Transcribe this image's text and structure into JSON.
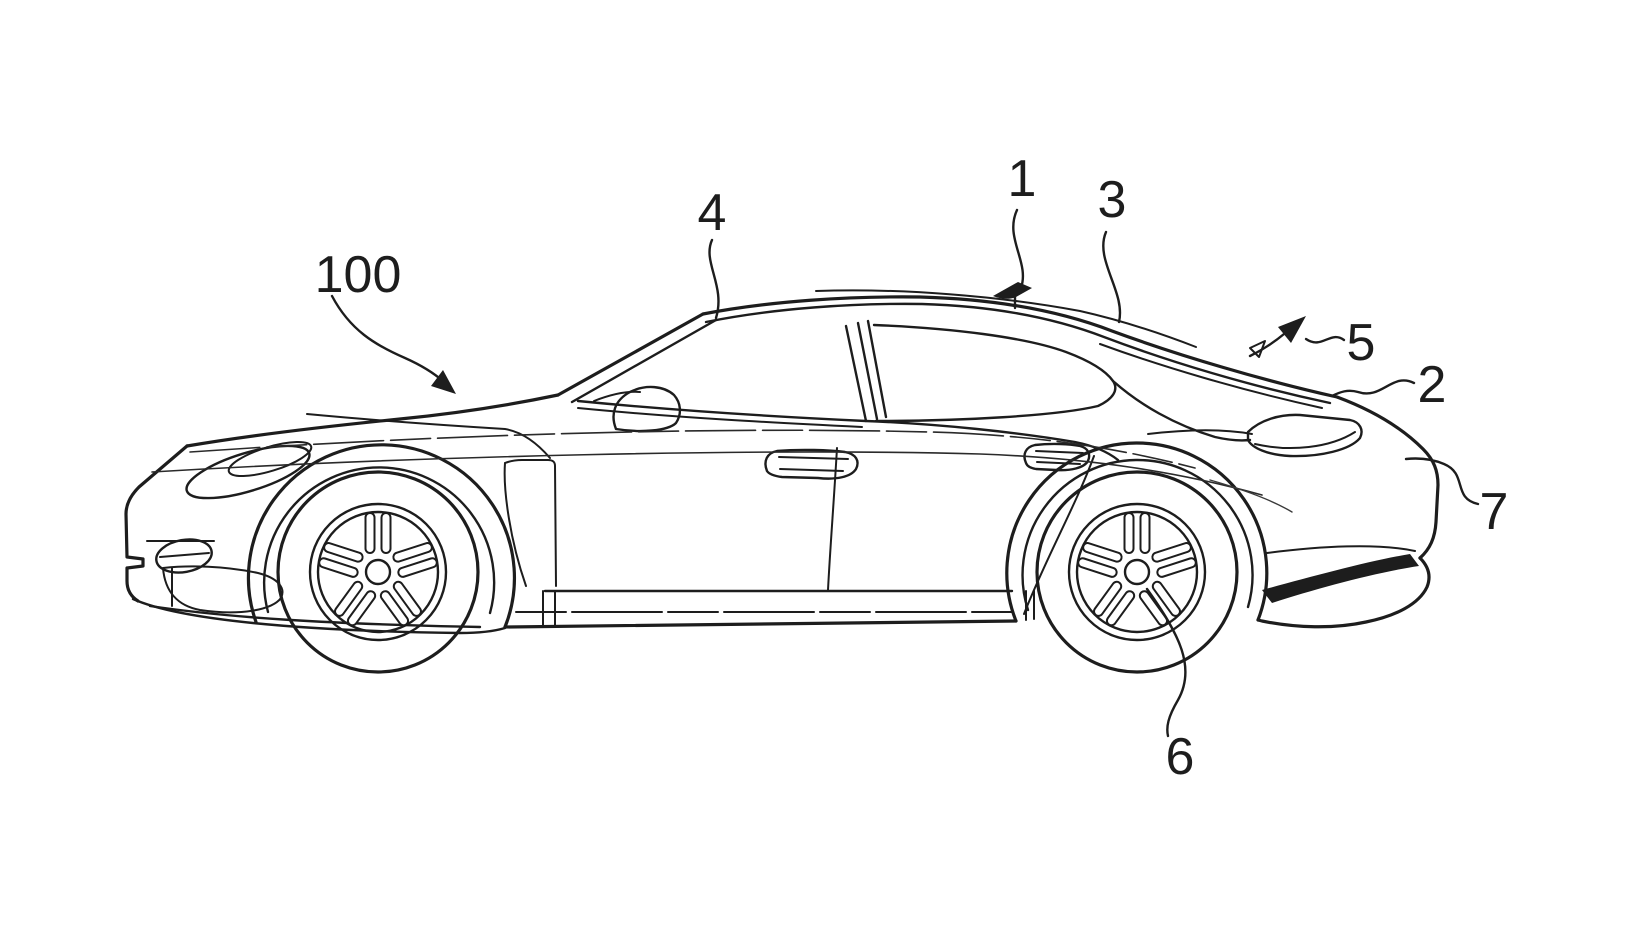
{
  "figure": {
    "kind": "patent-line-drawing",
    "description": "Side elevation line drawing of a four-door fastback car with reference numerals and leader lines",
    "background_color": "#ffffff",
    "line_color": "#1d1d1d",
    "labels": [
      {
        "id": "ref-100",
        "text": "100"
      },
      {
        "id": "ref-4",
        "text": "4"
      },
      {
        "id": "ref-1",
        "text": "1"
      },
      {
        "id": "ref-3",
        "text": "3"
      },
      {
        "id": "ref-5",
        "text": "5"
      },
      {
        "id": "ref-2",
        "text": "2"
      },
      {
        "id": "ref-7",
        "text": "7"
      },
      {
        "id": "ref-6",
        "text": "6"
      }
    ]
  }
}
